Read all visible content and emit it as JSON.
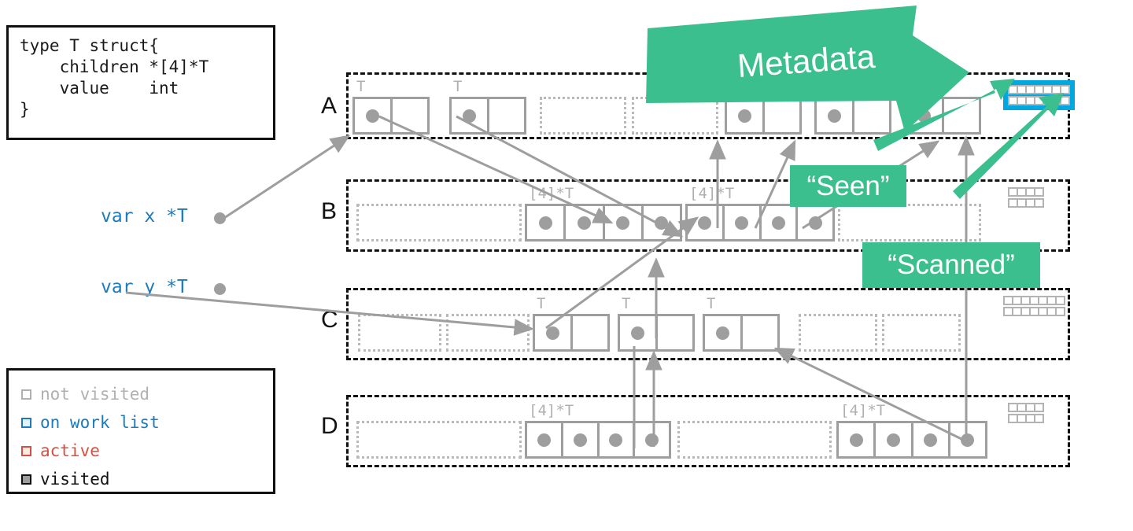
{
  "code_box": {
    "text": "type T struct{\n    children *[4]*T\n    value    int\n}"
  },
  "variables": [
    {
      "label": "var x *T"
    },
    {
      "label": "var y *T"
    }
  ],
  "legend": {
    "items": [
      {
        "label": "not visited",
        "color": "#b0b0b0",
        "fill": "#ffffff"
      },
      {
        "label": "on work list",
        "color": "#1a7bbf",
        "fill": "#e6f2fa"
      },
      {
        "label": "active",
        "color": "#d94f3d",
        "fill": "#fbe9e6"
      },
      {
        "label": "visited",
        "color": "#111111",
        "fill": "#9e9e9e"
      }
    ]
  },
  "callouts": {
    "metadata": "Metadata",
    "seen": "“Seen”",
    "scanned": "“Scanned”"
  },
  "colors": {
    "green": "#3cbf8e",
    "blue": "#00a7e1",
    "gray": "#9e9e9e",
    "light_gray": "#b3b3b3",
    "black": "#111111",
    "code_blue": "#1a7bbf",
    "red": "#d94f3d"
  },
  "rows": [
    {
      "label": "A",
      "objects": [
        {
          "kind": "solid",
          "tag": "T",
          "cells": 2,
          "dots": [
            0
          ]
        },
        {
          "kind": "solid",
          "tag": "T",
          "cells": 2,
          "dots": [
            0
          ]
        },
        {
          "kind": "empty",
          "tag": "",
          "cells": 1,
          "dots": []
        },
        {
          "kind": "empty",
          "tag": "",
          "cells": 1,
          "dots": []
        },
        {
          "kind": "solid",
          "tag": "",
          "cells": 2,
          "dots": [
            0
          ]
        },
        {
          "kind": "solid",
          "tag": "",
          "cells": 2,
          "dots": [
            0
          ]
        },
        {
          "kind": "solid",
          "tag": "",
          "cells": 2,
          "dots": [
            0
          ]
        }
      ],
      "metadata": {
        "rows": 2,
        "cols": 7,
        "state": "on work list"
      }
    },
    {
      "label": "B",
      "objects": [
        {
          "kind": "empty",
          "tag": "",
          "cells": 1,
          "dots": []
        },
        {
          "kind": "solid",
          "tag": "[4]*T",
          "cells": 4,
          "dots": [
            0,
            1,
            2,
            3
          ]
        },
        {
          "kind": "solid",
          "tag": "[4]*T",
          "cells": 4,
          "dots": [
            0,
            1,
            2,
            3
          ]
        },
        {
          "kind": "empty",
          "tag": "",
          "cells": 1,
          "dots": []
        }
      ],
      "metadata": {
        "rows": 2,
        "cols": 4,
        "state": "not visited"
      }
    },
    {
      "label": "C",
      "objects": [
        {
          "kind": "empty",
          "tag": "",
          "cells": 1,
          "dots": []
        },
        {
          "kind": "empty",
          "tag": "",
          "cells": 1,
          "dots": []
        },
        {
          "kind": "solid",
          "tag": "T",
          "cells": 2,
          "dots": [
            0
          ]
        },
        {
          "kind": "solid",
          "tag": "T",
          "cells": 2,
          "dots": [
            0
          ]
        },
        {
          "kind": "solid",
          "tag": "T",
          "cells": 2,
          "dots": [
            0
          ]
        },
        {
          "kind": "empty",
          "tag": "",
          "cells": 1,
          "dots": []
        },
        {
          "kind": "empty",
          "tag": "",
          "cells": 1,
          "dots": []
        }
      ],
      "metadata": {
        "rows": 2,
        "cols": 7,
        "state": "not visited"
      }
    },
    {
      "label": "D",
      "objects": [
        {
          "kind": "empty",
          "tag": "",
          "cells": 1,
          "dots": []
        },
        {
          "kind": "solid",
          "tag": "[4]*T",
          "cells": 4,
          "dots": [
            0,
            1,
            2,
            3
          ]
        },
        {
          "kind": "empty",
          "tag": "",
          "cells": 1,
          "dots": []
        },
        {
          "kind": "solid",
          "tag": "[4]*T",
          "cells": 4,
          "dots": [
            0,
            1,
            2,
            3
          ]
        }
      ],
      "metadata": {
        "rows": 2,
        "cols": 4,
        "state": "not visited"
      }
    }
  ]
}
